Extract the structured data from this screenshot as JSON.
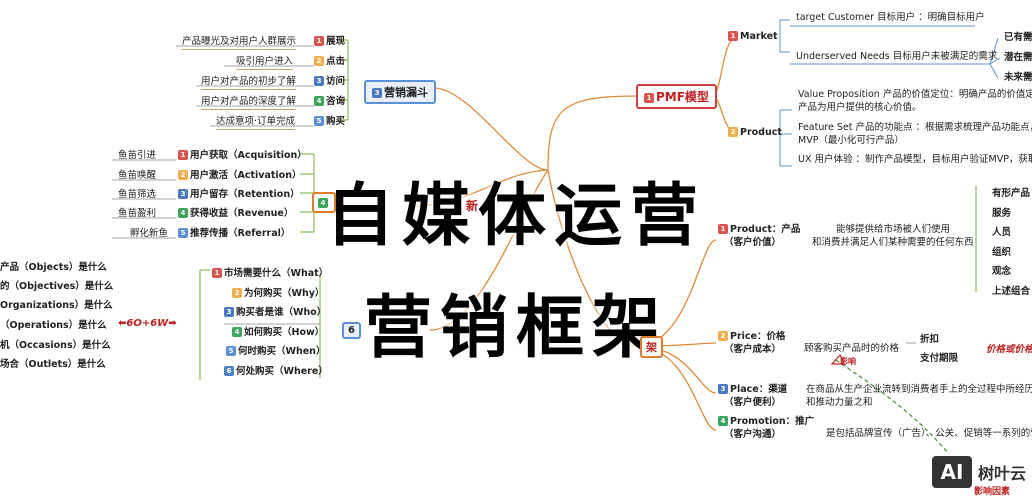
{
  "overlay": {
    "line1": "自媒体运营",
    "line2": "营销框架"
  },
  "funnel": {
    "hub": "营销漏斗",
    "items": [
      {
        "desc": "产品曝光及对用户人群展示",
        "num": "1",
        "label": "展现"
      },
      {
        "desc": "吸引用户进入",
        "num": "2",
        "label": "点击"
      },
      {
        "desc": "用户对产品的初步了解",
        "num": "3",
        "label": "访问"
      },
      {
        "desc": "用户对产品的深度了解",
        "num": "4",
        "label": "咨询"
      },
      {
        "desc": "达成意项·订单完成",
        "num": "5",
        "label": "购买"
      }
    ]
  },
  "aarrr": {
    "hub_num": "4",
    "items": [
      {
        "desc": "鱼苗引进",
        "num": "1",
        "label": "用户获取（Acquisition）"
      },
      {
        "desc": "鱼苗唤醒",
        "num": "2",
        "label": "用户激活（Activation）"
      },
      {
        "desc": "鱼苗筛选",
        "num": "3",
        "label": "用户留存（Retention）"
      },
      {
        "desc": "鱼苗盈利",
        "num": "4",
        "label": "获得收益（Revenue）"
      },
      {
        "desc": "孵化新鱼",
        "num": "5",
        "label": "推荐传播（Referral）"
      }
    ]
  },
  "six_o": {
    "hub_num": "6",
    "arrow_label": "⬅6O+6W➡",
    "left_items": [
      "产品（Objects）是什么",
      "的（Objectives）是什么",
      "Organizations）是什么",
      "（Operations）是什么",
      "机（Occasions）是什么",
      "场合（Outlets）是什么"
    ],
    "right_items": [
      {
        "num": "1",
        "label": "市场需要什么（What）"
      },
      {
        "num": "2",
        "label": "为何购买（Why）"
      },
      {
        "num": "3",
        "label": "购买者是谁（Who）"
      },
      {
        "num": "4",
        "label": "如何购买（How）"
      },
      {
        "num": "5",
        "label": "何时购买（When）"
      },
      {
        "num": "6",
        "label": "何处购买（Where）"
      }
    ]
  },
  "pmf": {
    "hub": "PMF模型",
    "market_num": "1",
    "market": "Market",
    "market_target": "target Customer 目标用户 ：明确目标用户",
    "market_underserved": "Underserved Needs 目标用户未被满足的需求",
    "needs": [
      "已有需",
      "潜在需",
      "未来需"
    ],
    "product_num": "2",
    "product": "Product",
    "vp_line1": "Value Proposition 产品的价值定位：明确产品的价值定位",
    "vp_line2": "产品为用户提供的核心价值。",
    "fs_line1": "Feature Set 产品的功能点 ：根据需求梳理产品功能点，确",
    "fs_line2": "MVP（最小化可行产品）",
    "ux": "UX 用户体验 ：制作产品模型，目标用户验证MVP，获取用"
  },
  "fourp": {
    "hub_tail": "架",
    "product_num": "1",
    "product_l1": "Product：产品",
    "product_l2": "（客户价值）",
    "product_d1": "能够提供给市场被人们使用",
    "product_d2": "和消费并满足人们某种需要的任何东西",
    "product_types": [
      "有形产品",
      "服务",
      "人员",
      "组织",
      "观念",
      "上述组合"
    ],
    "price_num": "2",
    "price_l1": "Price：价格",
    "price_l2": "（客户成本）",
    "price_desc": "顾客购买产品时的价格",
    "price_opts": [
      "折扣",
      "支付期限"
    ],
    "price_note": "价格或价格",
    "price_tag": "影响",
    "place_num": "3",
    "place_l1": "Place：渠道",
    "place_l2": "（客户便利）",
    "place_d1": "在商品从生产企业流转到消费者手上的全过程中所经历的",
    "place_d2": "和推动力量之和",
    "promo_num": "4",
    "promo_l1": "Promotion：推广",
    "promo_l2": "（客户沟通）",
    "promo_desc": "是包括品牌宣传（广告）、公关、促销等一系列的营"
  },
  "center_hint": "新",
  "logo": {
    "mark": "AI",
    "name": "树叶云",
    "sub": "影响因素"
  }
}
